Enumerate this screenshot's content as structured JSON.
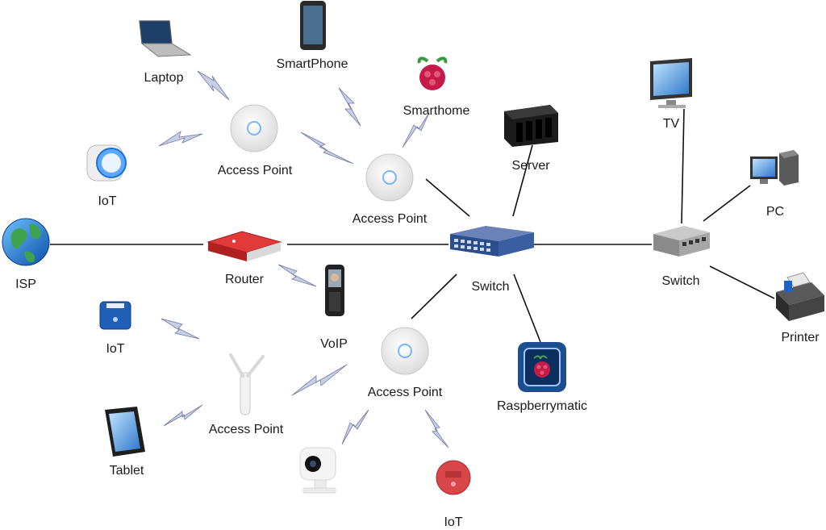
{
  "nodes": {
    "isp": {
      "label": "ISP"
    },
    "router": {
      "label": "Router"
    },
    "voip": {
      "label": "VoIP"
    },
    "laptop": {
      "label": "Laptop"
    },
    "smartphone": {
      "label": "SmartPhone"
    },
    "smarthome": {
      "label": "Smarthome"
    },
    "iot_plug": {
      "label": "IoT"
    },
    "ap_top_left": {
      "label": "Access Point"
    },
    "ap_top_center": {
      "label": "Access Point"
    },
    "server": {
      "label": "Server"
    },
    "switch_main": {
      "label": "Switch"
    },
    "tv": {
      "label": "TV"
    },
    "pc": {
      "label": "PC"
    },
    "switch_right": {
      "label": "Switch"
    },
    "printer": {
      "label": "Printer"
    },
    "iot_relay": {
      "label": "IoT"
    },
    "ap_outdoor": {
      "label": "Access Point"
    },
    "tablet": {
      "label": "Tablet"
    },
    "ap_bottom": {
      "label": "Access Point"
    },
    "camera": {
      "label": ""
    },
    "iot_red": {
      "label": "IoT"
    },
    "raspberrymatic": {
      "label": "Raspberrymatic"
    }
  },
  "colors": {
    "wire": "#111111",
    "wireless": "#c9cfe6",
    "raspberry": "#c51a4a",
    "switch_blue": "#2b4f8c"
  },
  "wired_links": [
    [
      "isp",
      "router"
    ],
    [
      "router",
      "switch_main"
    ],
    [
      "switch_main",
      "ap_top_center"
    ],
    [
      "switch_main",
      "server"
    ],
    [
      "switch_main",
      "switch_right"
    ],
    [
      "switch_main",
      "ap_bottom"
    ],
    [
      "switch_main",
      "raspberrymatic"
    ],
    [
      "switch_right",
      "tv"
    ],
    [
      "switch_right",
      "pc"
    ],
    [
      "switch_right",
      "printer"
    ]
  ],
  "wireless_links": [
    [
      "laptop",
      "ap_top_left"
    ],
    [
      "iot_plug",
      "ap_top_left"
    ],
    [
      "ap_top_left",
      "ap_top_center"
    ],
    [
      "smartphone",
      "ap_top_center"
    ],
    [
      "smarthome",
      "ap_top_center"
    ],
    [
      "router",
      "voip"
    ],
    [
      "iot_relay",
      "ap_outdoor"
    ],
    [
      "tablet",
      "ap_outdoor"
    ],
    [
      "ap_outdoor",
      "ap_bottom"
    ],
    [
      "camera",
      "ap_bottom"
    ],
    [
      "iot_red",
      "ap_bottom"
    ]
  ]
}
